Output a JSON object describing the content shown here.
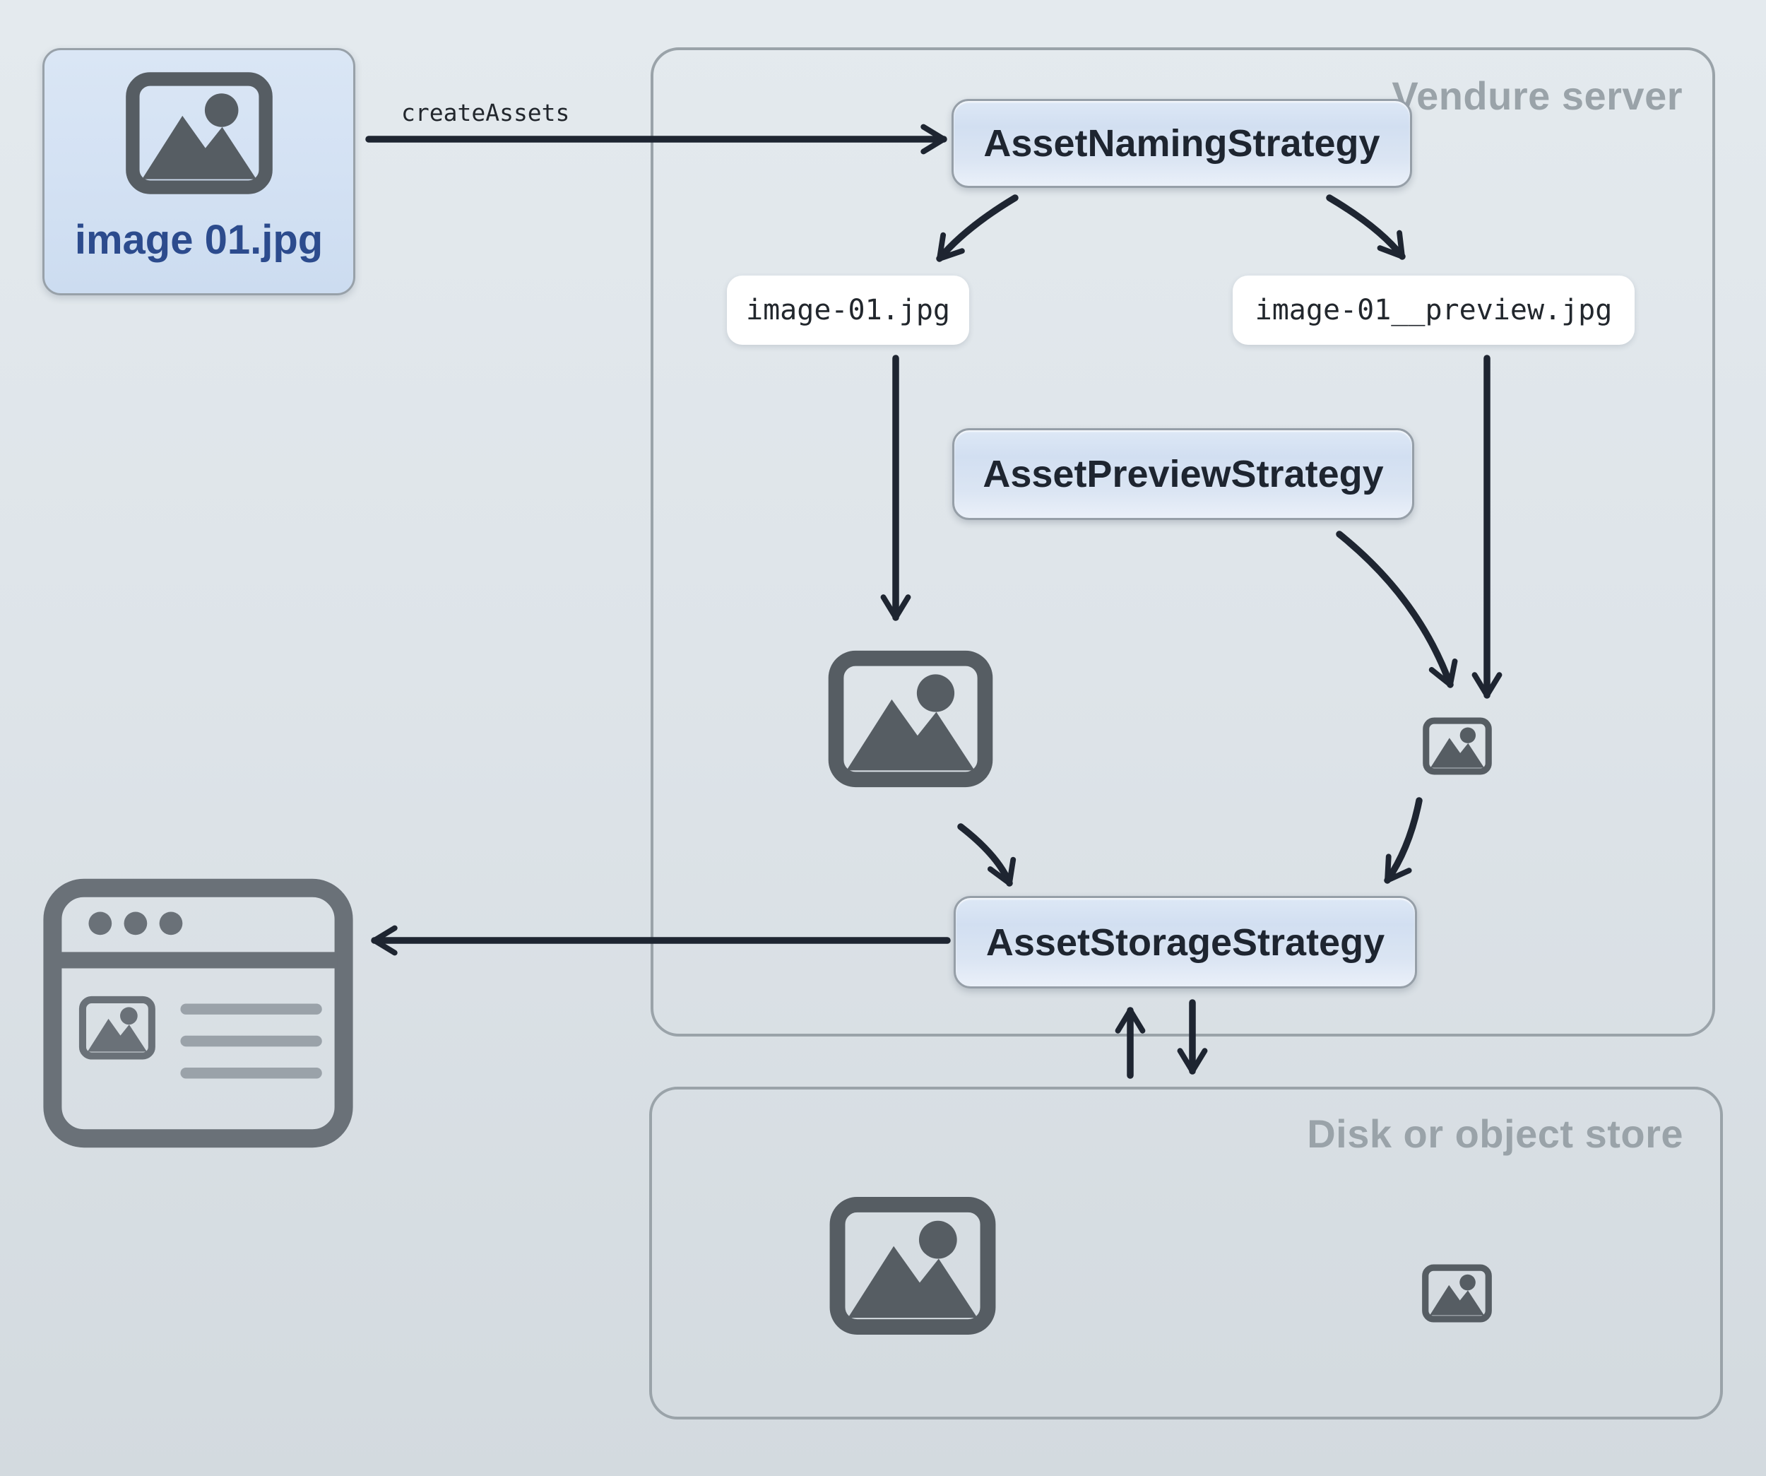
{
  "upload_asset": {
    "filename": "image 01.jpg"
  },
  "flow": {
    "create_assets_label": "createAssets"
  },
  "vendure_server": {
    "label": "Vendure server",
    "naming_strategy_label": "AssetNamingStrategy",
    "preview_strategy_label": "AssetPreviewStrategy",
    "storage_strategy_label": "AssetStorageStrategy",
    "source_filename": "image-01.jpg",
    "preview_filename": "image-01__preview.jpg"
  },
  "disk_store": {
    "label": "Disk or object store"
  },
  "icons": {
    "upload_image": "image-icon",
    "source_image_large": "image-icon",
    "preview_image_small": "image-icon",
    "stored_image_large": "image-icon",
    "stored_preview_small": "image-icon",
    "storefront_browser": "browser-window-icon"
  },
  "colors": {
    "background_top": "#e4eaee",
    "background_bottom": "#d3dadf",
    "container_border": "#9aa3a9",
    "container_label": "#9aa3a9",
    "strategy_box_top": "#dde8f6",
    "strategy_box_bottom": "#eaf0f9",
    "strategy_box_border": "#969fa8",
    "strategy_text": "#1e2530",
    "chip_background": "#ffffff",
    "chip_text": "#22272d",
    "upload_box_top": "#dae6f5",
    "upload_box_bottom": "#ccdcf0",
    "upload_label": "#2c4b8d",
    "icon_gray": "#565d63",
    "browser_gray": "#6a7178",
    "arrow": "#1e2531"
  }
}
